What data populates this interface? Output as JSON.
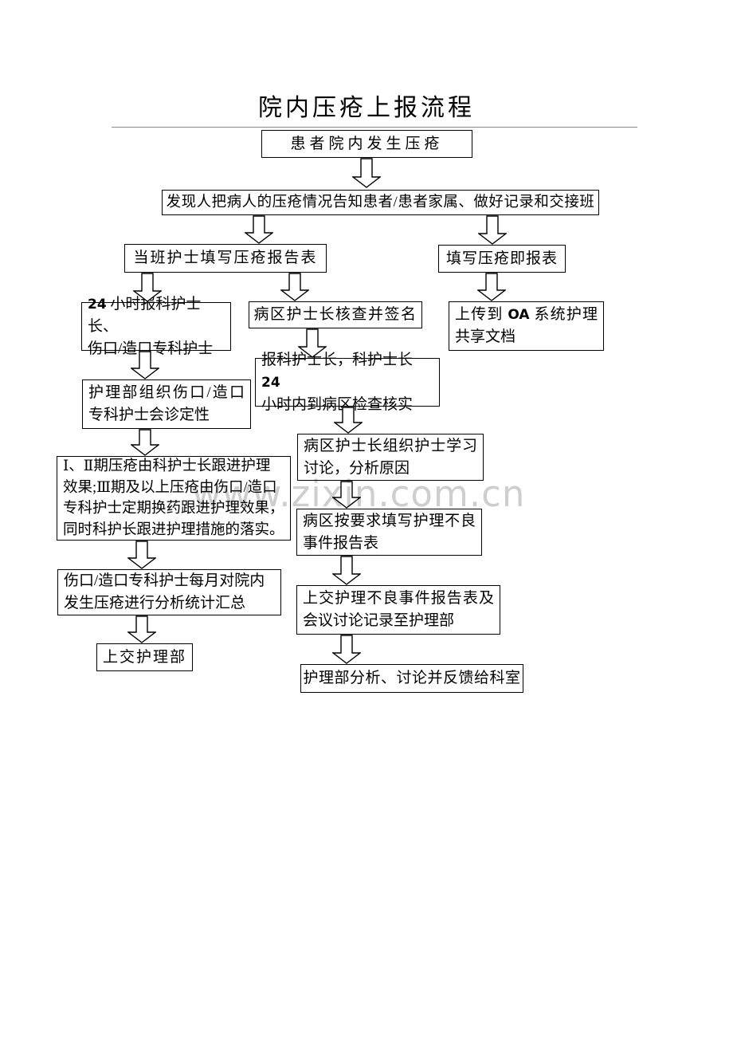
{
  "page": {
    "title": "院内压疮上报流程"
  },
  "watermark": "www.zixin.com.cn",
  "flowchart": {
    "nodes": {
      "n1": {
        "text": "患者院内发生压疮"
      },
      "n2": {
        "text": "发现人把病人的压疮情况告知患者/患者家属、做好记录和交接班"
      },
      "n3": {
        "text": "当班护士填写压疮报告表"
      },
      "n4": {
        "text": "填写压疮即报表"
      },
      "n5": {
        "num": "24",
        "l1rest": " 小时报科护士长、",
        "l2": "伤口/造口专科护士"
      },
      "n6": {
        "text": "病区护士长核查并签名"
      },
      "n7": {
        "l1pre": "上传到 ",
        "num": "OA",
        "l1rest": " 系统护理",
        "l2": "共享文档"
      },
      "n8": {
        "l1": "护理部组织伤口/造口",
        "l2": "专科护士会诊定性"
      },
      "n9": {
        "l1pre": "报科护士长，科护士长 ",
        "num": "24",
        "l2": "小时内到病区检查核实"
      },
      "n10": {
        "l1": "Ⅰ、Ⅱ期压疮由科护士长跟进护理",
        "l2": "效果;Ⅲ期及以上压疮由伤口/造口",
        "l3": "专科护士定期换药跟进护理效果，",
        "l4": "同时科护长跟进护理措施的落实。"
      },
      "n11": {
        "l1": "病区护士长组织护士学习",
        "l2": "讨论，分析原因"
      },
      "n12": {
        "l1": "病区按要求填写护理不良",
        "l2": "事件报告表"
      },
      "n13": {
        "l1": "伤口/造口专科护士每月对院内",
        "l2": "发生压疮进行分析统计汇总"
      },
      "n14": {
        "text": "上交护理部"
      },
      "n15": {
        "l1": "上交护理不良事件报告表及",
        "l2": "会议讨论记录至护理部"
      },
      "n16": {
        "text": "护理部分析、讨论并反馈给科室"
      }
    },
    "edges": [
      [
        "n1",
        "n2"
      ],
      [
        "n2",
        "n3"
      ],
      [
        "n2",
        "n4"
      ],
      [
        "n3",
        "n5"
      ],
      [
        "n3",
        "n6"
      ],
      [
        "n4",
        "n7"
      ],
      [
        "n5",
        "n8"
      ],
      [
        "n6",
        "n9"
      ],
      [
        "n8",
        "n10"
      ],
      [
        "n9",
        "n11"
      ],
      [
        "n10",
        "n13"
      ],
      [
        "n11",
        "n12"
      ],
      [
        "n12",
        "n15"
      ],
      [
        "n13",
        "n14"
      ],
      [
        "n15",
        "n16"
      ]
    ]
  }
}
